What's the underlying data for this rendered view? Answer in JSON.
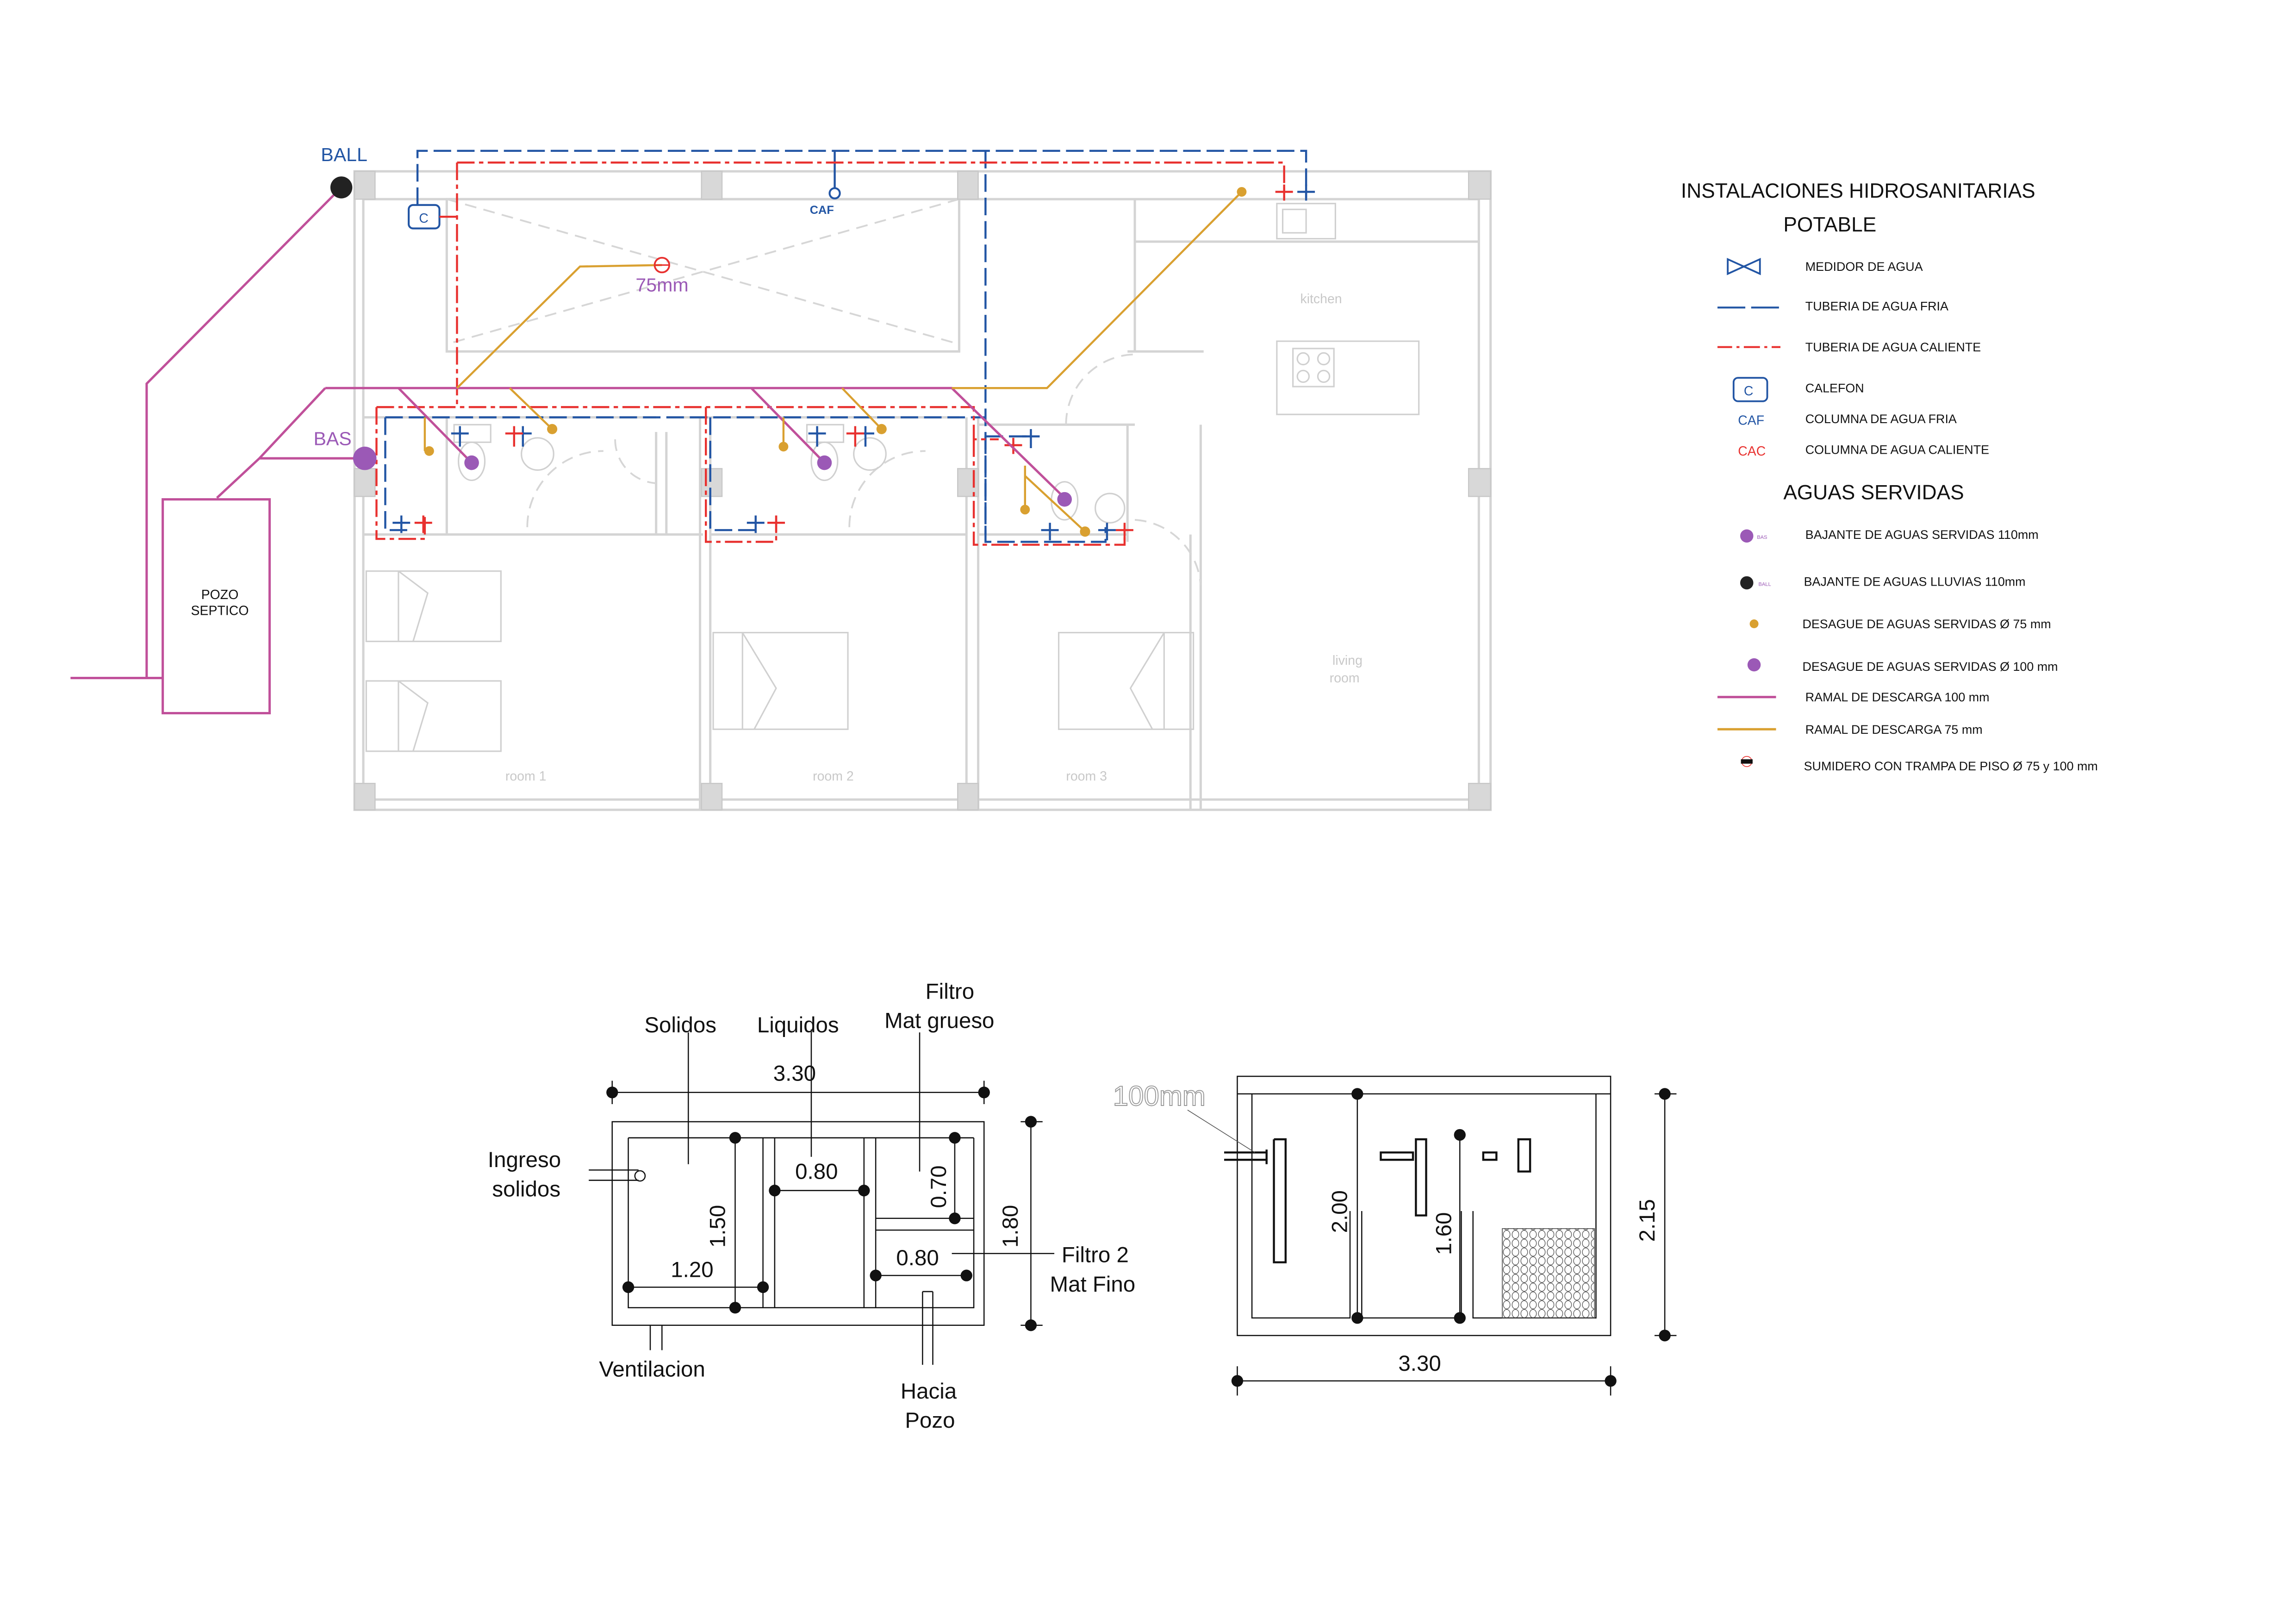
{
  "legend": {
    "title": "INSTALACIONES HIDROSANITARIAS",
    "potable": {
      "heading": "POTABLE",
      "items": [
        {
          "icon": "water-meter-icon",
          "label": "MEDIDOR  DE  AGUA"
        },
        {
          "icon": "cold-water-pipe-line",
          "label": "TUBERIA DE AGUA FRIA"
        },
        {
          "icon": "hot-water-pipe-line",
          "label": "TUBERIA DE AGUA CALIENTE"
        },
        {
          "icon": "water-heater-icon",
          "symbol": "C",
          "label": "CALEFON"
        },
        {
          "icon": "cold-column-symbol",
          "symbol": "CAF",
          "label": "COLUMNA DE AGUA FRIA"
        },
        {
          "icon": "hot-column-symbol",
          "symbol": "CAC",
          "label": "COLUMNA DE AGUA CALIENTE"
        }
      ]
    },
    "aguas_servidas": {
      "heading": "AGUAS SERVIDAS",
      "items": [
        {
          "icon": "sewage-downpipe-icon",
          "symbol": "BAS",
          "label": "BAJANTE DE AGUAS SERVIDAS 110mm"
        },
        {
          "icon": "rain-downpipe-icon",
          "symbol": "BALL",
          "label": "BAJANTE DE AGUAS LLUVIAS 110mm"
        },
        {
          "icon": "drain-75-icon",
          "label": "DESAGUE DE AGUAS SERVIDAS Ø 75 mm"
        },
        {
          "icon": "drain-100-icon",
          "label": "DESAGUE DE AGUAS SERVIDAS Ø 100 mm"
        },
        {
          "icon": "discharge-100-line",
          "label": "RAMAL DE DESCARGA 100 mm"
        },
        {
          "icon": "discharge-75-line",
          "label": "RAMAL DE DESCARGA 75 mm"
        },
        {
          "icon": "floor-trap-icon",
          "label": "SUMIDERO CON TRAMPA DE PISO Ø 75 y 100 mm"
        }
      ]
    }
  },
  "plan": {
    "ball": "BALL",
    "bas": "BAS",
    "calefon": "C",
    "caf": "CAF",
    "drain_size": "75mm",
    "pozo_line1": "POZO",
    "pozo_line2": "SEPTICO",
    "rooms": {
      "room1": "room 1",
      "room2": "room 2",
      "room3": "room 3",
      "kitchen": "kitchen",
      "living1": "living",
      "living2": "room"
    }
  },
  "septic_plan": {
    "solidos": "Solidos",
    "liquidos": "Liquidos",
    "filtro1_line1": "Filtro",
    "filtro1_line2": "Mat grueso",
    "width": "3.30",
    "ingreso1": "Ingreso",
    "ingreso2": "solidos",
    "d080a": "0.80",
    "d070": "0.70",
    "d150": "1.50",
    "d180": "1.80",
    "d120": "1.20",
    "d080b": "0.80",
    "filtro2_line1": "Filtro 2",
    "filtro2_line2": "Mat Fino",
    "ventilacion": "Ventilacion",
    "hacia1": "Hacia",
    "hacia2": "Pozo"
  },
  "septic_section": {
    "pipe": "100mm",
    "d200": "2.00",
    "d160": "1.60",
    "d215": "2.15",
    "width": "3.30"
  },
  "colors": {
    "cold": "#2255a4",
    "hot": "#e8312f",
    "discharge100": "#c0509a",
    "discharge75": "#d9a030",
    "drain100": "#9b59b6"
  }
}
